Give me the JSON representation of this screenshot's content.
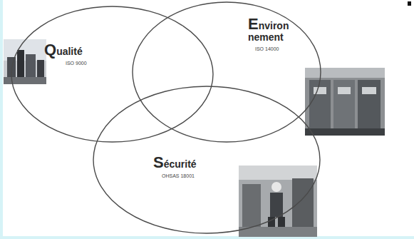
{
  "diagram": {
    "nodes": [
      {
        "text": [
          "Qualité",
          "ISO 9000"
        ]
      },
      {
        "text": [
          "Environ nement",
          "ISO 14000"
        ]
      },
      {
        "text": [
          "Sécurité",
          "OHSAS 18001"
        ]
      }
    ]
  }
}
